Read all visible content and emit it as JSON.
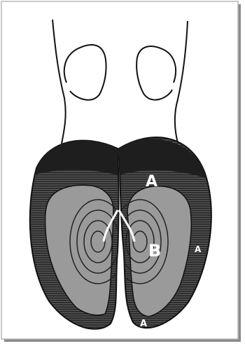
{
  "diagram": {
    "labels": {
      "upper_zone": "A",
      "inner_zone": "B",
      "side_zone": "A",
      "lower_zone": "A"
    },
    "colors": {
      "background": "#ffffff",
      "zone_a_dark": "#262626",
      "zone_b_gray": "#9a9a9a",
      "outline": "#111111",
      "hatch_line": "#5a5a5a",
      "frame_shadow": "#8a8a8a"
    }
  }
}
